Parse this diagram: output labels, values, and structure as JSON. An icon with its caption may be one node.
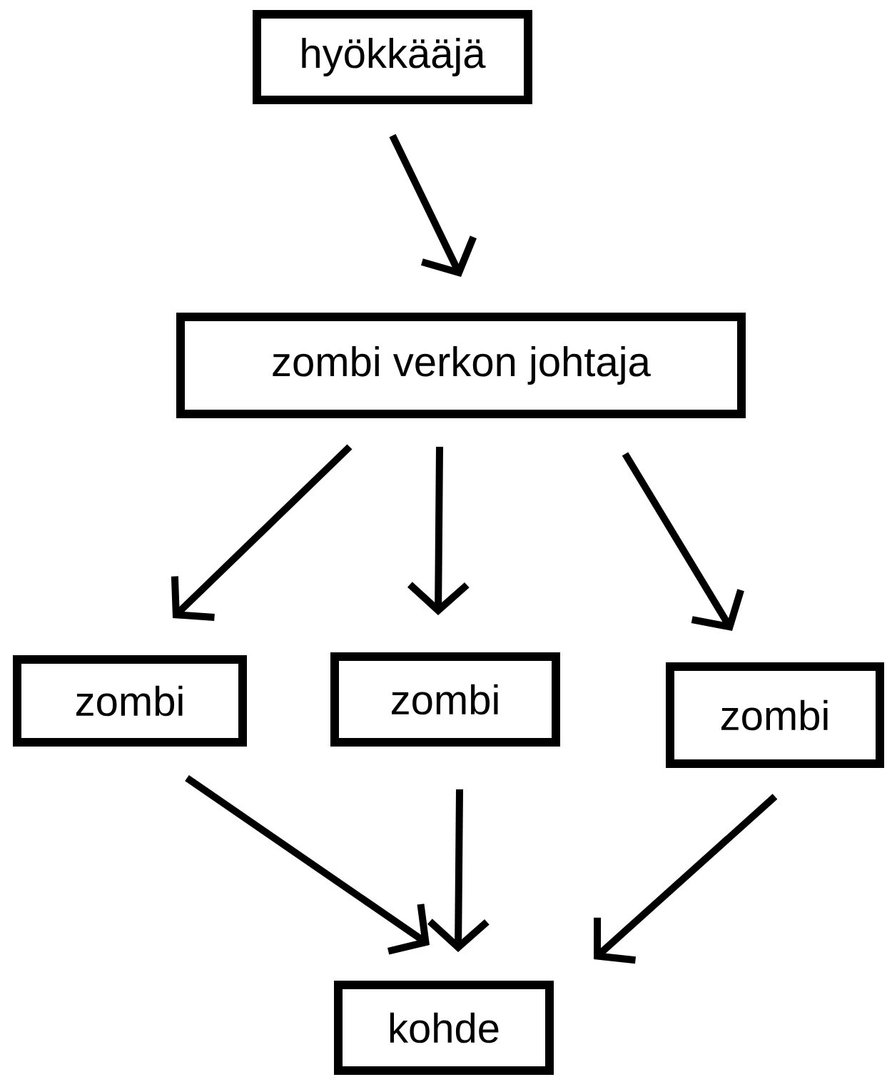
{
  "diagram": {
    "nodes": [
      {
        "text": [
          "hyökkääjä"
        ]
      },
      {
        "text": [
          "zombi verkon johtaja"
        ]
      },
      {
        "text": [
          "zombi"
        ]
      },
      {
        "text": [
          "zombi"
        ]
      },
      {
        "text": [
          "zombi"
        ]
      },
      {
        "text": [
          "kohde"
        ]
      }
    ],
    "edges": [
      {
        "from": 0,
        "to": 1,
        "arrow": "to"
      },
      {
        "from": 1,
        "to": 2,
        "arrow": "to"
      },
      {
        "from": 1,
        "to": 3,
        "arrow": "to"
      },
      {
        "from": 1,
        "to": 4,
        "arrow": "to"
      },
      {
        "from": 2,
        "to": 5,
        "arrow": "to"
      },
      {
        "from": 3,
        "to": 5,
        "arrow": "to"
      },
      {
        "from": 4,
        "to": 5,
        "arrow": "to"
      }
    ]
  }
}
